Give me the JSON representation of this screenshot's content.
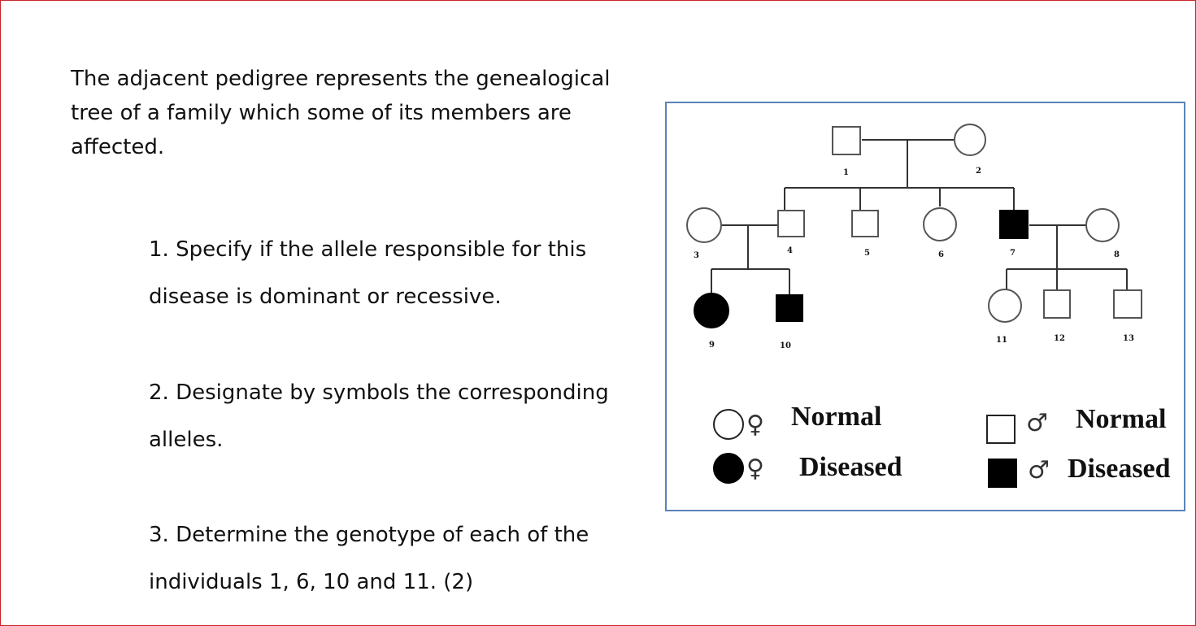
{
  "intro": "The adjacent pedigree represents the genealogical tree of a family which some of its members are affected.",
  "questions": {
    "q1": "1. Specify if the allele responsible for this disease is dominant or recessive.",
    "q2": "2. Designate by symbols the corresponding alleles.",
    "q3": "3. Determine the genotype of each of the individuals 1,   6, 10 and 11. (2)"
  },
  "pedigree": {
    "individuals": [
      {
        "id": "1",
        "sex": "male",
        "affected": false
      },
      {
        "id": "2",
        "sex": "female",
        "affected": false
      },
      {
        "id": "3",
        "sex": "female",
        "affected": false
      },
      {
        "id": "4",
        "sex": "male",
        "affected": false
      },
      {
        "id": "5",
        "sex": "male",
        "affected": false
      },
      {
        "id": "6",
        "sex": "female",
        "affected": false
      },
      {
        "id": "7",
        "sex": "male",
        "affected": true
      },
      {
        "id": "8",
        "sex": "female",
        "affected": false
      },
      {
        "id": "9",
        "sex": "female",
        "affected": true
      },
      {
        "id": "10",
        "sex": "male",
        "affected": true
      },
      {
        "id": "11",
        "sex": "female",
        "affected": false
      },
      {
        "id": "12",
        "sex": "male",
        "affected": false
      },
      {
        "id": "13",
        "sex": "male",
        "affected": false
      }
    ],
    "legend": {
      "female_symbol": "♀",
      "male_symbol": "♂",
      "female_normal": "Normal",
      "female_diseased": "Diseased",
      "male_normal": "Normal",
      "male_diseased": "Diseased"
    }
  },
  "colors": {
    "page_border": "#c8242b",
    "figure_border": "#5b83b7",
    "affected_fill": "#000000"
  }
}
